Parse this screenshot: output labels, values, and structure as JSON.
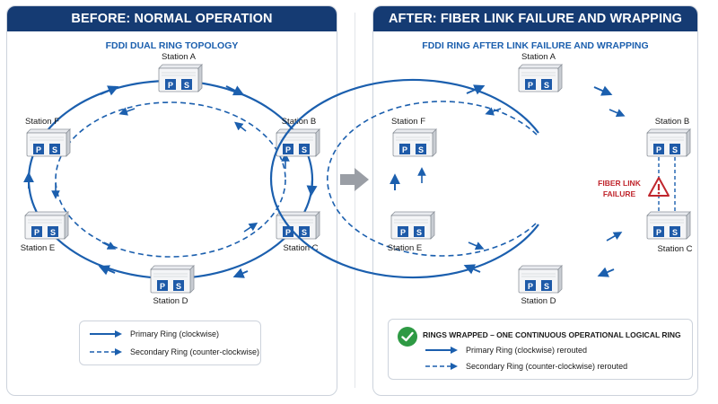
{
  "left_panel": {
    "header": "BEFORE: NORMAL OPERATION",
    "subtitle": "FDDI DUAL RING TOPOLOGY",
    "stations": [
      "Station A",
      "Station B",
      "Station C",
      "Station D",
      "Station E",
      "Station F"
    ],
    "legend": {
      "primary": "Primary Ring (clockwise)",
      "secondary": "Secondary Ring (counter-clockwise)"
    }
  },
  "right_panel": {
    "header": "AFTER: FIBER LINK FAILURE AND WRAPPING",
    "subtitle": "FDDI RING AFTER LINK FAILURE AND WRAPPING",
    "stations": [
      "Station A",
      "Station B",
      "Station C",
      "Station D",
      "Station E",
      "Station F"
    ],
    "failure_label_line1": "FIBER LINK",
    "failure_label_line2": "FAILURE",
    "legend": {
      "title": "RINGS WRAPPED – ONE CONTINUOUS OPERATIONAL LOGICAL RING",
      "primary": "Primary Ring (clockwise) rerouted",
      "secondary": "Secondary Ring (counter-clockwise) rerouted"
    }
  },
  "ports": {
    "primary": "P",
    "secondary": "S"
  },
  "colors": {
    "header_bg": "#153b73",
    "ring_blue": "#1b5fae",
    "port_blue": "#1e5aa8",
    "failure_red": "#c0262d",
    "check_green": "#2e9a44",
    "arrow_gray": "#9a9ea5"
  },
  "icons": [
    "arrow-right-icon",
    "warning-icon",
    "check-icon"
  ]
}
